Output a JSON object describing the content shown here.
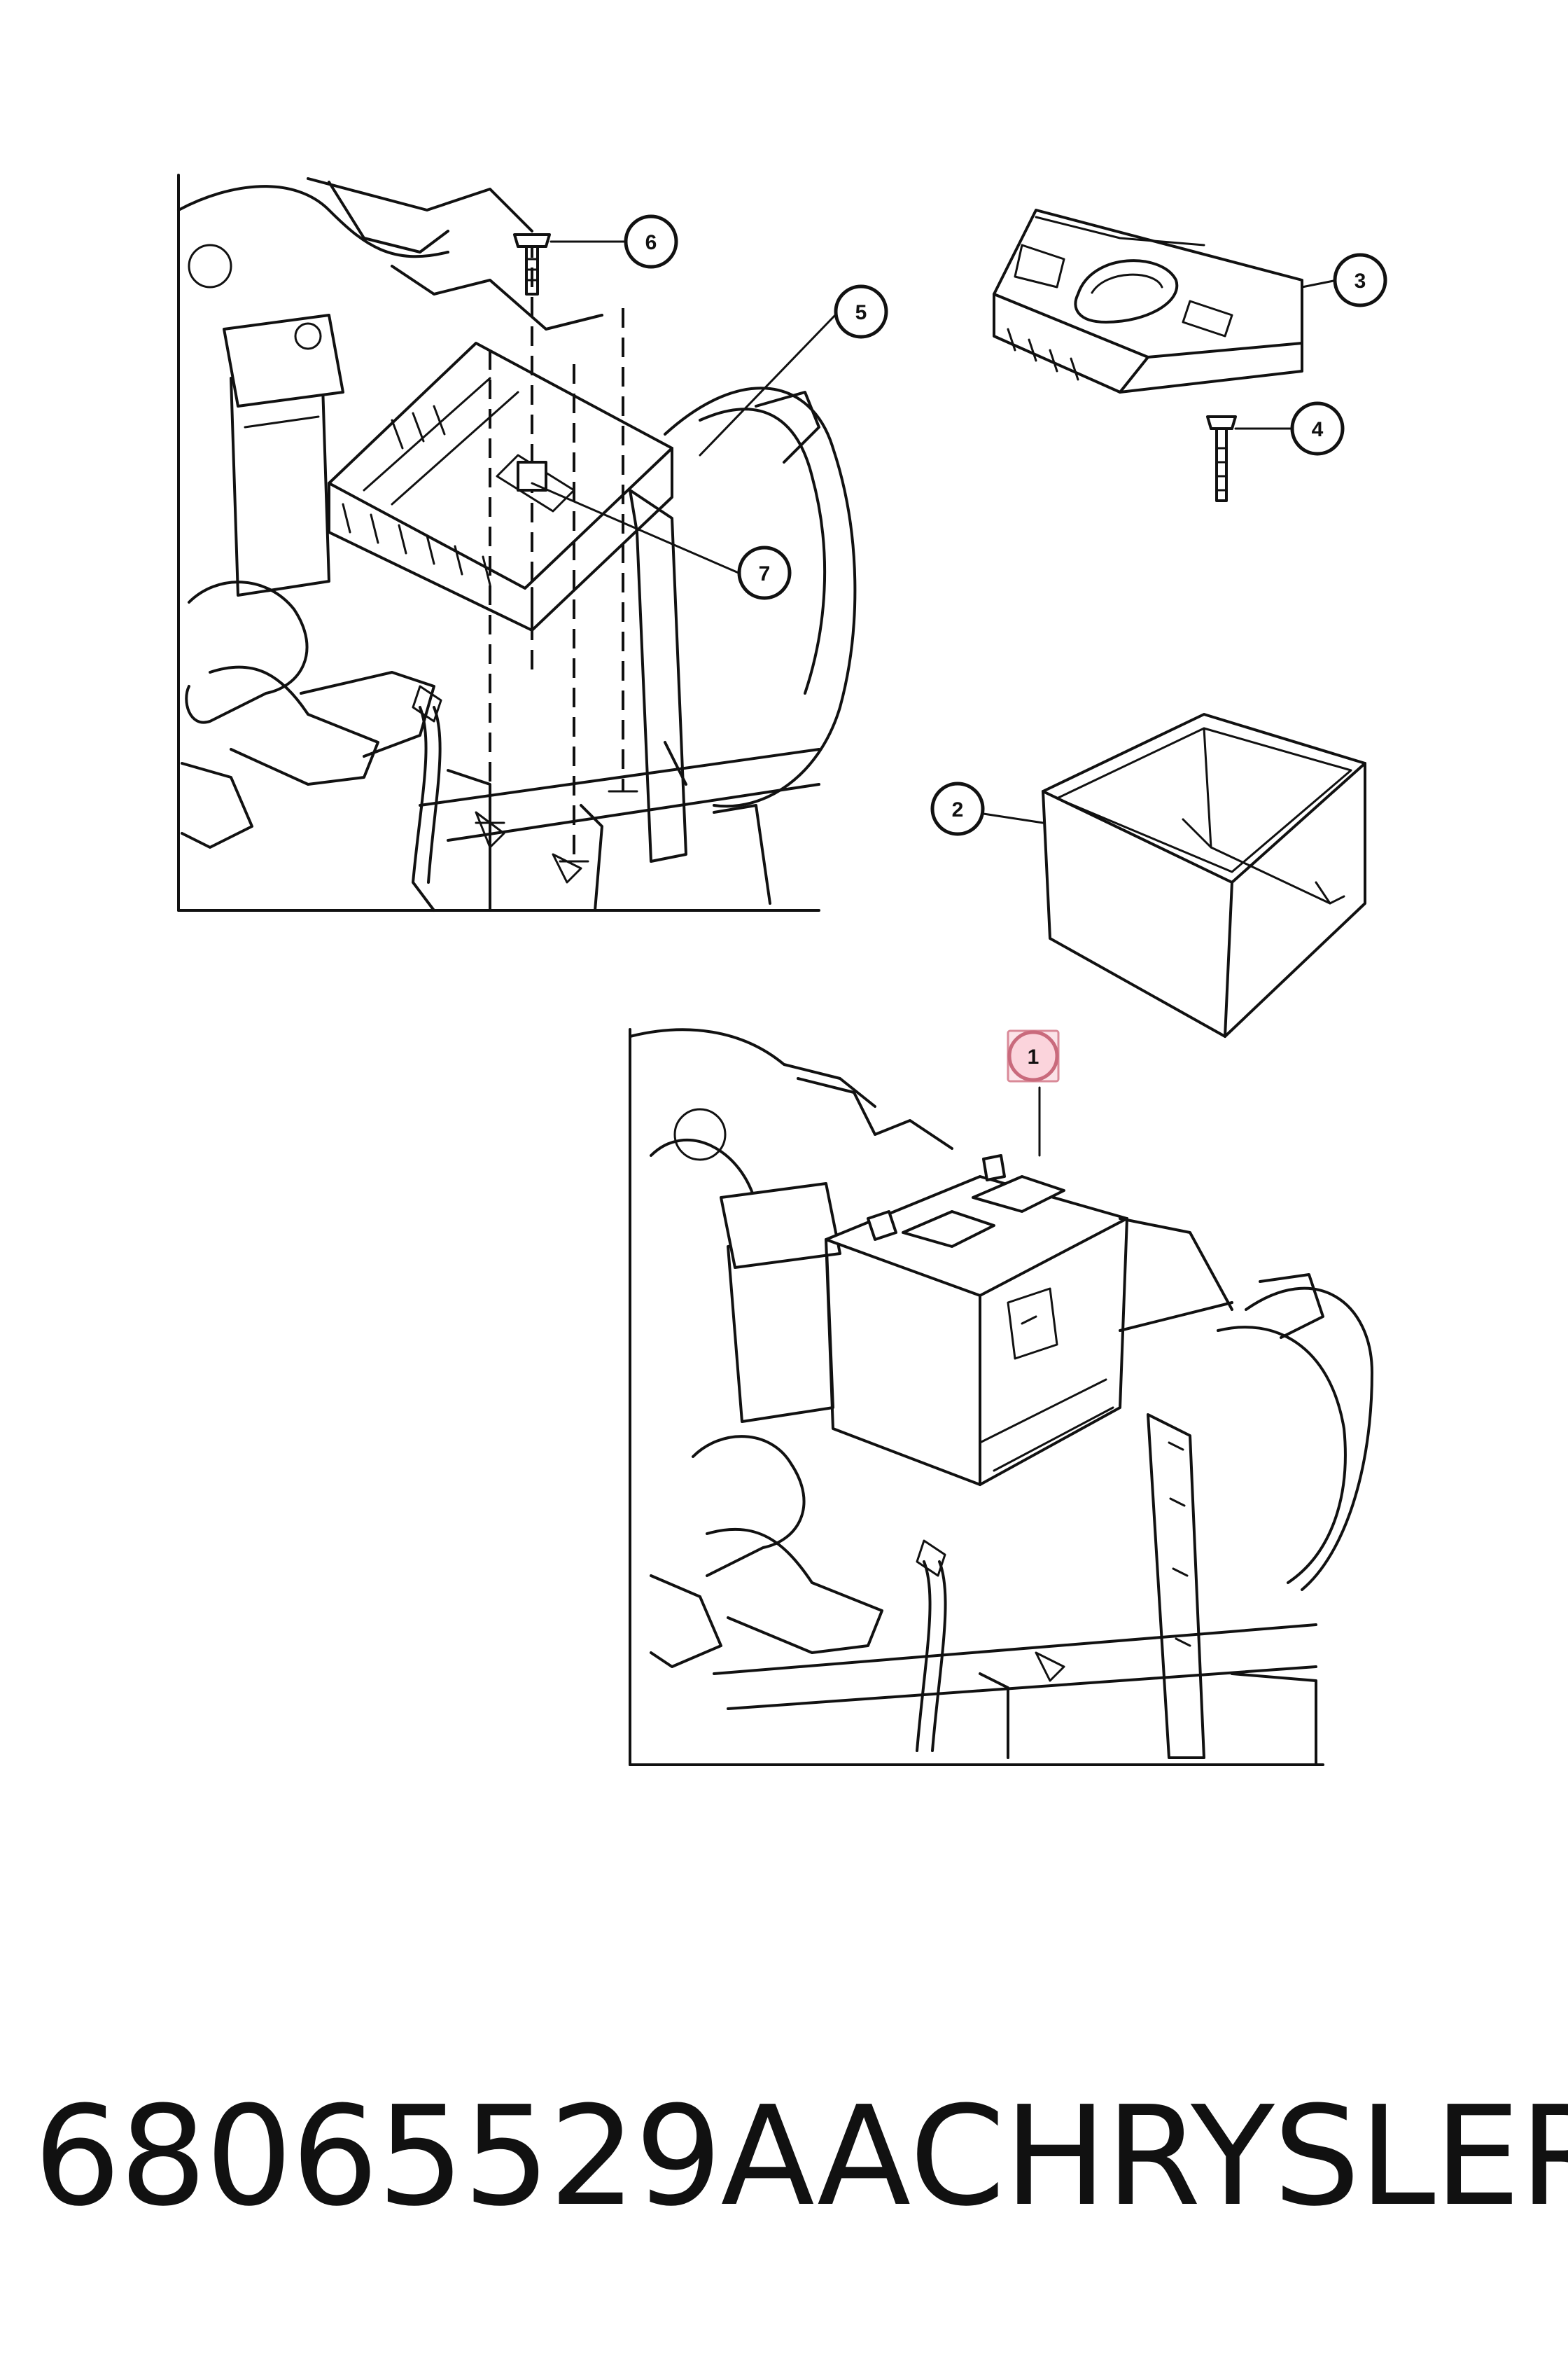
{
  "callouts": {
    "c1": "1",
    "c2": "2",
    "c3": "3",
    "c4": "4",
    "c5": "5",
    "c6": "6",
    "c7": "7"
  },
  "highlighted_callout": "1",
  "footer": {
    "part_number": "68065529AA",
    "brand": "CHRYSLER"
  },
  "colors": {
    "ink": "#111111",
    "highlight_fill": "#fbe3e8",
    "highlight_stroke": "#d98a98"
  }
}
